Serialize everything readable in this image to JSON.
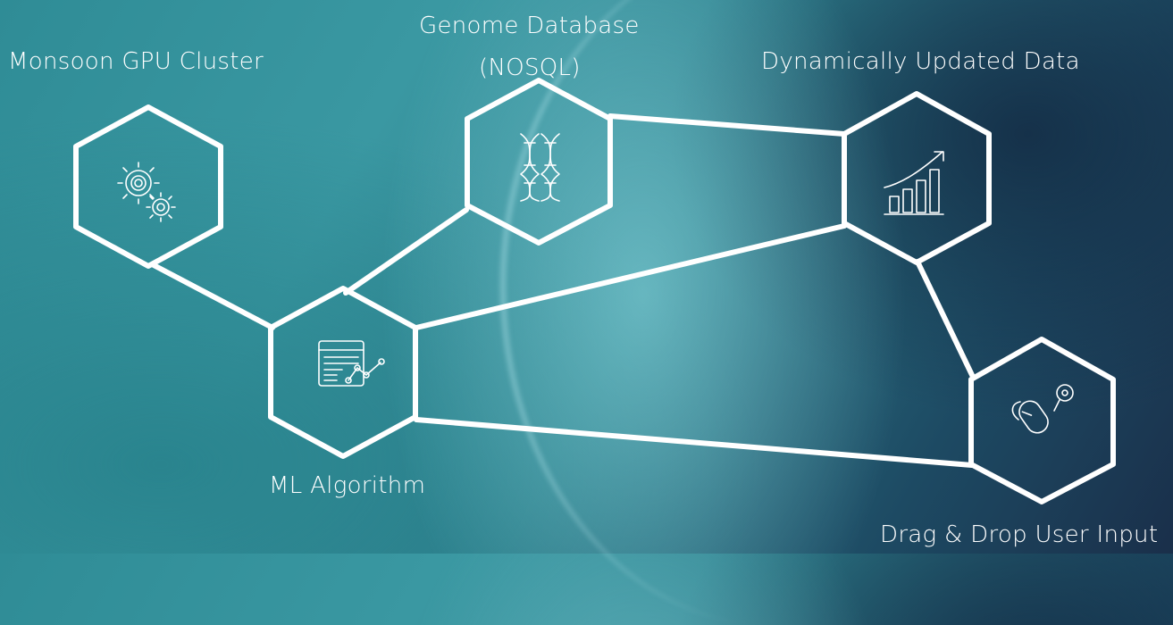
{
  "nodes": [
    {
      "id": "gpu",
      "label": "Monsoon GPU Cluster",
      "icon": "gears-icon"
    },
    {
      "id": "genome",
      "label_line1": "Genome Database",
      "label_line2": "(NOSQL)",
      "icon": "dna-icon"
    },
    {
      "id": "dynamic",
      "label": "Dynamically Updated Data",
      "icon": "growth-chart-icon"
    },
    {
      "id": "ml",
      "label": "ML Algorithm",
      "icon": "analytics-window-icon"
    },
    {
      "id": "drag",
      "label": "Drag & Drop User Input",
      "icon": "mouse-pointer-icon"
    }
  ],
  "edges": [
    [
      "gpu",
      "ml"
    ],
    [
      "ml",
      "genome"
    ],
    [
      "ml",
      "dynamic"
    ],
    [
      "ml",
      "drag"
    ],
    [
      "genome",
      "dynamic"
    ],
    [
      "dynamic",
      "drag"
    ]
  ],
  "colors": {
    "stroke": "#ffffff",
    "text": "#ffffff"
  }
}
